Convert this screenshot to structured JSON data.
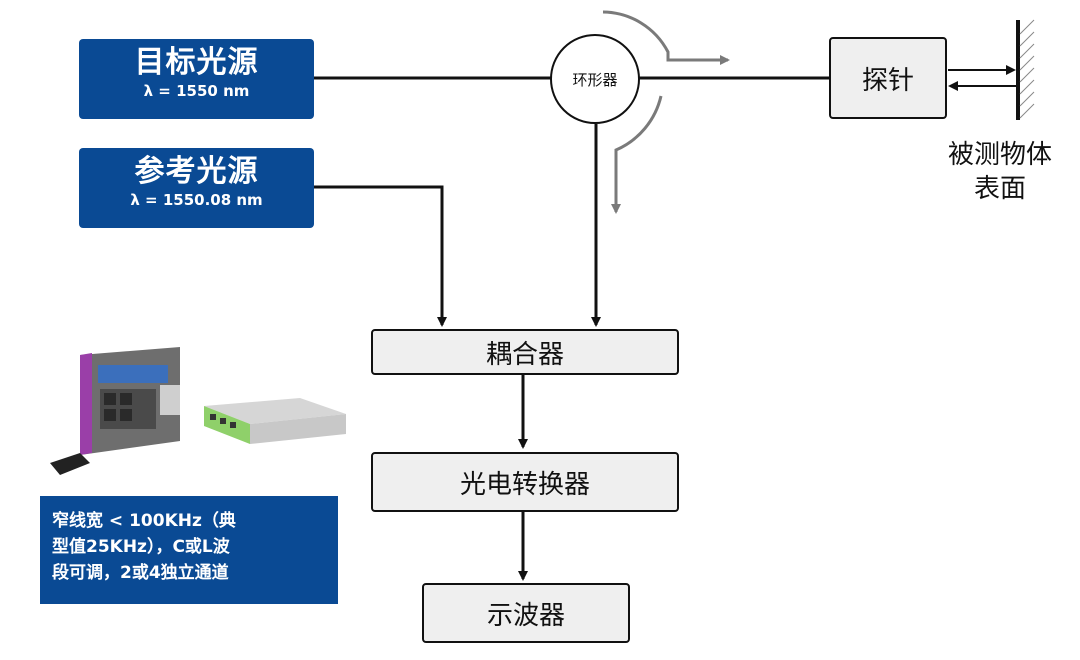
{
  "sources": {
    "target": {
      "title": "目标光源",
      "wavelength": "λ = 1550 nm"
    },
    "reference": {
      "title": "参考光源",
      "wavelength": "λ = 1550.08 nm"
    }
  },
  "circulator": {
    "label": "环形器"
  },
  "probe": {
    "label": "探针"
  },
  "surface": {
    "line1": "被测物体",
    "line2": "表面"
  },
  "coupler": {
    "label": "耦合器"
  },
  "converter": {
    "label": "光电转换器"
  },
  "oscilloscope": {
    "label": "示波器"
  },
  "note": {
    "line1": "窄线宽 < 100KHz（典",
    "line2": "型值25KHz），C或L波",
    "line3": "段可调，2或4独立通道"
  },
  "colors": {
    "source_bg": "#0a4a94",
    "box_bg": "#efefef",
    "line": "#111111",
    "arc": "#7a7a7a"
  }
}
